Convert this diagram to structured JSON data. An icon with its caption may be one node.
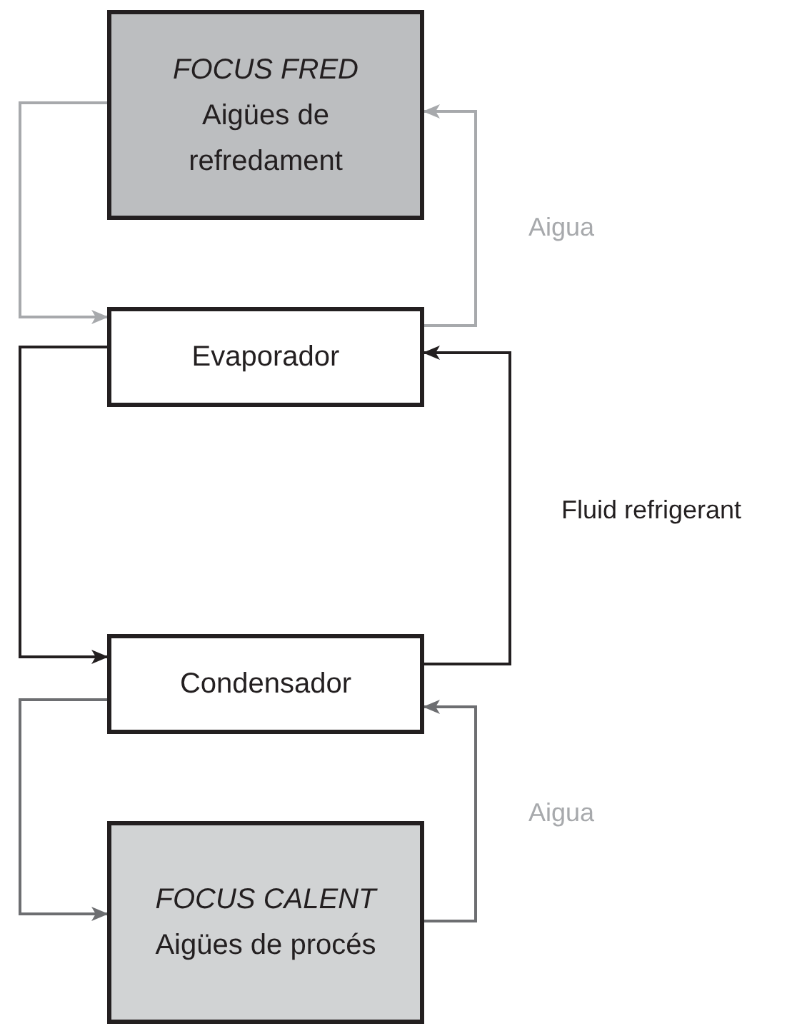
{
  "diagram": {
    "nodes": [
      {
        "text": [
          "FOCUS FRED",
          "Aigües de refredament"
        ]
      },
      {
        "text": [
          "Evaporador"
        ]
      },
      {
        "text": [
          "Condensador"
        ]
      },
      {
        "text": [
          "FOCUS CALENT",
          "Aigües de procés"
        ]
      }
    ],
    "edges": [
      {
        "from": 0,
        "to": 1,
        "arrow": "to",
        "color": "#a7a9ac"
      },
      {
        "from": 1,
        "to": 0,
        "arrow": "to",
        "color": "#a7a9ac"
      },
      {
        "from": 1,
        "to": 2,
        "arrow": "to",
        "color": "#231f20"
      },
      {
        "from": 2,
        "to": 1,
        "arrow": "to",
        "color": "#231f20"
      },
      {
        "from": 2,
        "to": 3,
        "arrow": "to",
        "color": "#6d6e71"
      },
      {
        "from": 3,
        "to": 2,
        "arrow": "to",
        "color": "#6d6e71"
      }
    ],
    "labels": [
      "Aigua",
      "Fluid refrigerant",
      "Aigua"
    ]
  }
}
